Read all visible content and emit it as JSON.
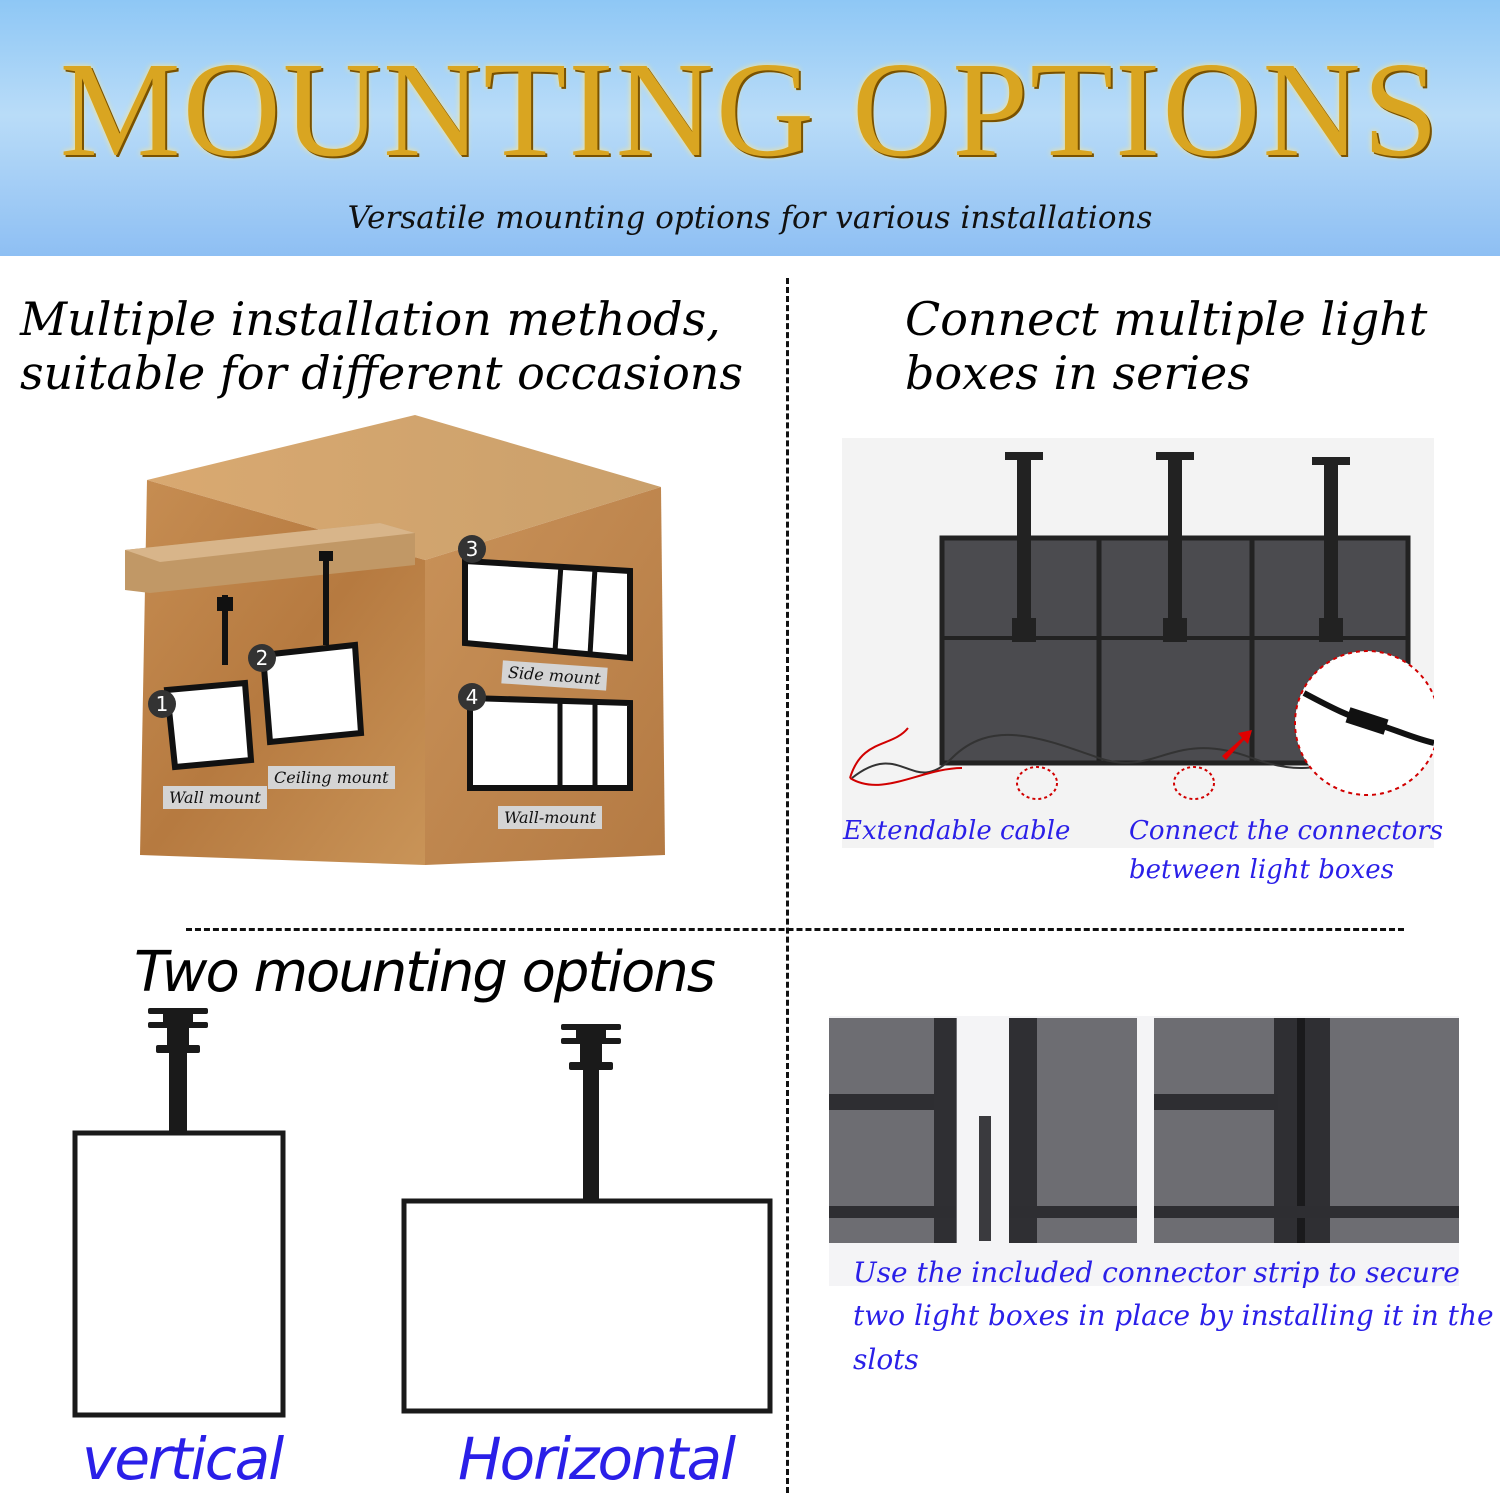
{
  "header": {
    "title": "MOUNTING OPTIONS",
    "subtitle": "Versatile mounting options for various installations"
  },
  "methods": {
    "heading": "Multiple installation methods, suitable for different occasions",
    "tags": {
      "wall": "Wall mount",
      "ceiling": "Ceiling mount",
      "side": "Side mount",
      "wallmount": "Wall-mount"
    },
    "numbers": [
      "1",
      "2",
      "3",
      "4"
    ]
  },
  "series": {
    "heading": "Connect multiple light boxes in series",
    "caption_cable": "Extendable cable",
    "caption_connectors": "Connect the connectors between light boxes"
  },
  "two_options": {
    "heading": "Two mounting options",
    "vertical": "vertical",
    "horizontal": "Horizontal"
  },
  "strip": {
    "caption": "Use the included connector strip to secure two light boxes in place by installing it in the slots"
  },
  "colors": {
    "gold": "#d9a521",
    "blue_text": "#2a1fe8",
    "wood": "#c48a4f"
  }
}
